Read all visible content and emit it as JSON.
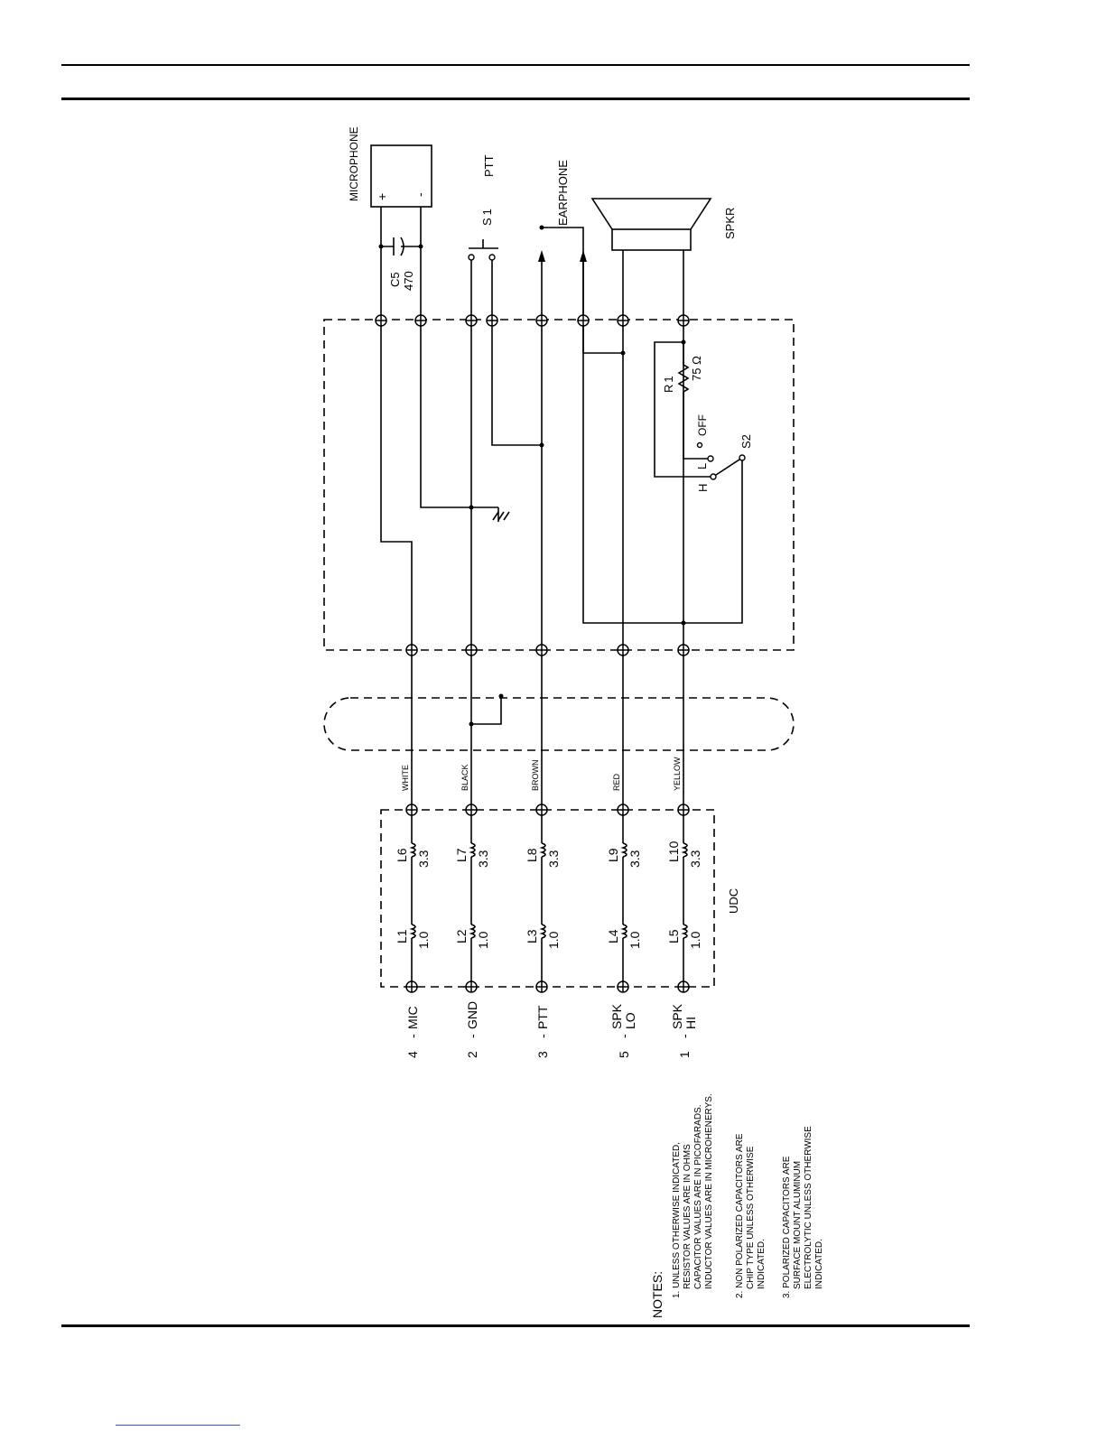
{
  "schematic": {
    "components": {
      "microphone": "MICROPHONE",
      "mic_plus": "+",
      "mic_minus": "-",
      "ptt": "PTT",
      "s1": "S1",
      "earphone": "EARPHONE",
      "spkr": "SPKR",
      "c5_name": "C5",
      "c5_value": "470",
      "r1_name": "R1",
      "r1_value": "75 Ω",
      "off": "OFF",
      "l": "L",
      "h": "H",
      "s2": "S2",
      "udc": "UDC"
    },
    "wires": [
      "WHITE",
      "BLACK",
      "BROWN",
      "RED",
      "YELLOW"
    ],
    "inductors": [
      {
        "name": "L1",
        "value": "1.0"
      },
      {
        "name": "L2",
        "value": "1.0"
      },
      {
        "name": "L3",
        "value": "1.0"
      },
      {
        "name": "L4",
        "value": "1.0"
      },
      {
        "name": "L5",
        "value": "1.0"
      },
      {
        "name": "L6",
        "value": "3.3"
      },
      {
        "name": "L7",
        "value": "3.3"
      },
      {
        "name": "L8",
        "value": "3.3"
      },
      {
        "name": "L9",
        "value": "3.3"
      },
      {
        "name": "L10",
        "value": "3.3"
      }
    ],
    "pins": [
      {
        "num": "4",
        "dash": "-",
        "line1": "MIC",
        "line2": ""
      },
      {
        "num": "2",
        "dash": "-",
        "line1": "GND",
        "line2": ""
      },
      {
        "num": "3",
        "dash": "-",
        "line1": "PTT",
        "line2": ""
      },
      {
        "num": "5",
        "dash": "-",
        "line1": "SPK",
        "line2": "LO"
      },
      {
        "num": "1",
        "dash": "-",
        "line1": "SPK",
        "line2": "HI"
      }
    ],
    "notes": {
      "heading": "NOTES:",
      "lines": [
        "1. UNLESS OTHERWISE INDICATED,",
        "RESISTOR VALUES ARE IN OHMS",
        "CAPACITOR VALUES ARE IN PICOFARADS.",
        "INDUCTOR VALUES ARE IN MICROHENERYS.",
        "2. NON POLARIZED CAPACITORS ARE",
        "CHIP TYPE UNLESS OTHERWISE",
        "INDICATED.",
        "3. POLARIZED CAPACITORS ARE",
        "SURFACE MOUNT ALUMINUM",
        "ELECTROLYTIC UNLESS OTHERWISE",
        "INDICATED."
      ]
    }
  }
}
